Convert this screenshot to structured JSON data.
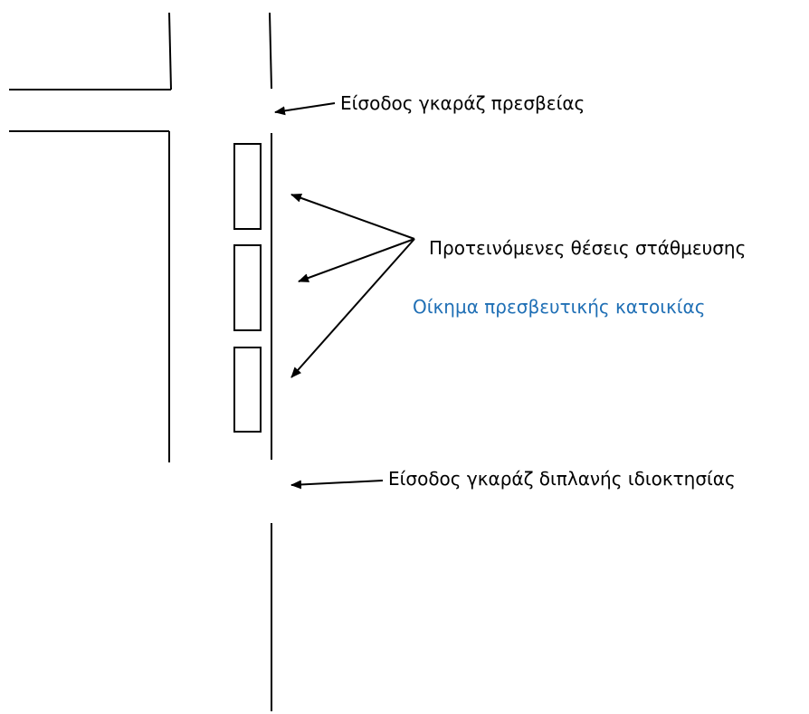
{
  "labels": {
    "garage_embassy": "Είσοδος γκαράζ πρεσβείας",
    "proposed_parking": "Προτεινόμενες θέσεις στάθμευσης",
    "residence_building": "Οίκημα πρεσβευτικής κατοικίας",
    "garage_neighbor": "Είσοδος γκαράζ διπλανής ιδιοκτησίας"
  },
  "colors": {
    "line": "#000000",
    "residence_label": "#1f6fb5",
    "background": "#ffffff"
  }
}
